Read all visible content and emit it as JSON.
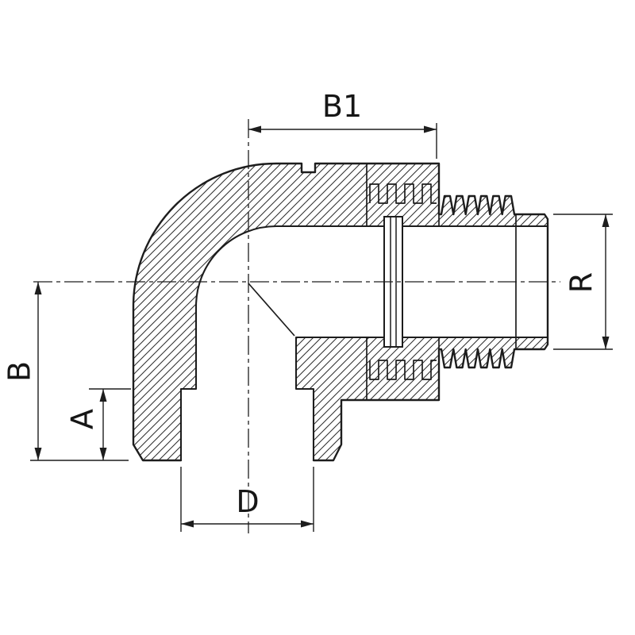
{
  "drawing": {
    "type": "technical-section-drawing",
    "subject": "90-degree union elbow pipe fitting, cross-section with hatching",
    "background_color": "#ffffff",
    "line_color": "#1d1d1d",
    "labels": {
      "b1": "B1",
      "r": "R",
      "b": "B",
      "a": "A",
      "d": "D"
    }
  }
}
